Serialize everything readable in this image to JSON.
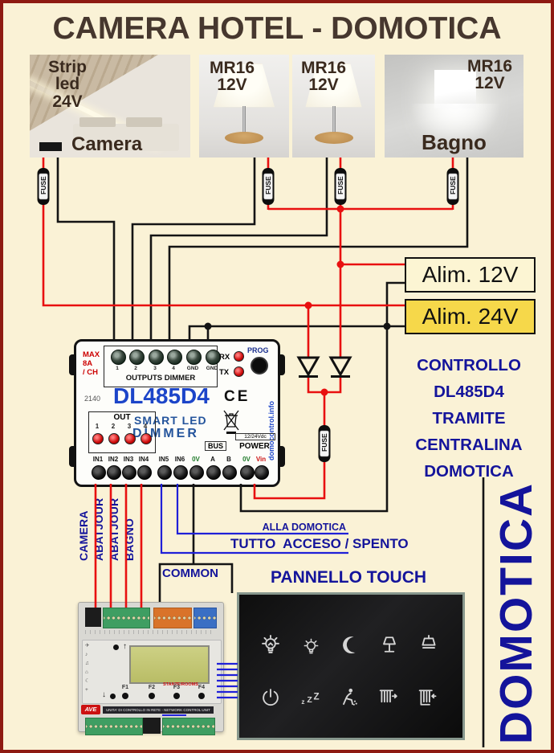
{
  "title": "CAMERA HOTEL - DOMOTICA",
  "photos": {
    "room": {
      "strip_label": "Strip\nled\n24V",
      "camera_label": "Camera"
    },
    "lamp1": {
      "label": "MR16\n12V"
    },
    "lamp2": {
      "label": "MR16\n12V"
    },
    "bagno": {
      "label": "MR16\n12V",
      "caption": "Bagno"
    }
  },
  "fuse_label": "FUSE",
  "supplies": {
    "alim12": "Alim. 12V",
    "alim24": "Alim. 24V"
  },
  "controllo_note": "CONTROLLO\nDL485D4\nTRAMITE\nCENTRALINA\nDOMOTICA",
  "domotica_vertical": "DOMOTICA",
  "dimmer": {
    "max_label": "MAX\n8A\n/ CH",
    "serial": "2140",
    "output_terminals": [
      "1",
      "2",
      "3",
      "4",
      "GND",
      "GND"
    ],
    "outputs_label": "OUTPUTS DIMMER",
    "rx": "RX",
    "tx": "TX",
    "prog": "PROG",
    "model": "DL485D4",
    "ce": "CE",
    "brand": "domocontrol.info",
    "product_line1": "SMART LED",
    "product_line2": "DIMMER",
    "out_label": "OUT",
    "out_numbers": [
      "1",
      "2",
      "3",
      "4"
    ],
    "bus_label": "BUS",
    "power_rating": "12/24Vdc",
    "power_label": "POWER",
    "bottom_terminals": [
      "IN1",
      "IN2",
      "IN3",
      "IN4",
      "IN5",
      "IN6",
      "0V",
      "A",
      "B",
      "0V",
      "Vin"
    ]
  },
  "wire_labels": {
    "inputs": [
      "CAMERA",
      "ABATJOUR",
      "ABATJOUR",
      "BAGNO"
    ],
    "common": "COMMON",
    "alla_domotica": "ALLA DOMOTICA",
    "tutto": "TUTTO  ACCESO / SPENTO"
  },
  "panel": {
    "title": "PANNELLO TOUCH",
    "sleep_text": "zZZ",
    "icons_top": [
      "main-light",
      "reading-light",
      "night-mode",
      "table-lamp",
      "ceiling-lamp"
    ],
    "icons_bottom": [
      "power",
      "sleep",
      "housekeeping",
      "curtain-open",
      "curtain-close"
    ]
  },
  "controller": {
    "f_keys": [
      "F1",
      "F2",
      "F3",
      "F4"
    ],
    "brand": "AVE",
    "stanze": "STANZE/ROOMS",
    "strip_text": "UNITA' DI CONTROLLO IN RETE - NETWORK CONTROL UNIT"
  },
  "colors": {
    "background": "#faf2d6",
    "frame": "#8e1a12",
    "title": "#46372e",
    "navy": "#14149b",
    "wire_red": "#e81010",
    "wire_black": "#141414",
    "wire_blue": "#2020d8",
    "alim12_bg": "#fcf5d3",
    "alim24_bg": "#f6d84a"
  }
}
